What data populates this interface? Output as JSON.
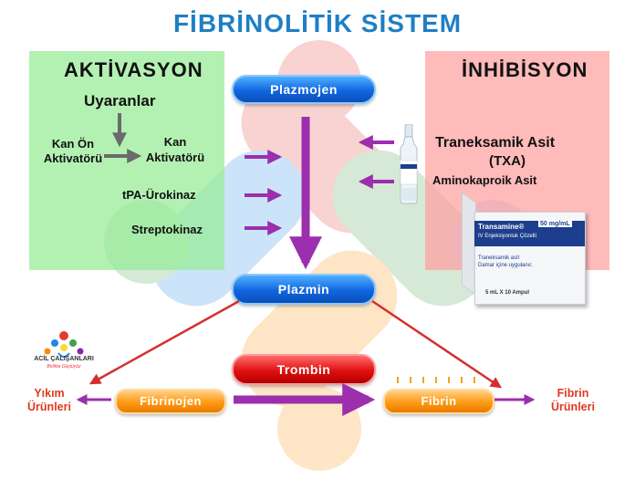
{
  "title": "FİBRİNOLİTİK SİSTEM",
  "activation": {
    "heading": "AKTİVASYON",
    "stimuli": "Uyaranlar",
    "proactivator_line1": "Kan Ön",
    "proactivator_line2": "Aktivatörü",
    "activator_line1": "Kan",
    "activator_line2": "Aktivatörü",
    "tpa": "tPA-Ürokinaz",
    "streptokinase": "Streptokinaz"
  },
  "inhibition": {
    "heading": "İNHİBİSYON",
    "txa_line1": "Traneksamik Asit",
    "txa_line2": "(TXA)",
    "aminocaproic": "Aminokaproik Asit"
  },
  "nodes": {
    "plasminogen": "Plazmojen",
    "plasmin": "Plazmin",
    "thrombin": "Trombin",
    "fibrinogen": "Fibrinojen",
    "fibrin": "Fibrin"
  },
  "products": {
    "degradation_line1": "Yıkım",
    "degradation_line2": "Ürünleri",
    "fibrin_products_line1": "Fibrin",
    "fibrin_products_line2": "Ürünleri"
  },
  "drug_box": {
    "brand": "Transamine®",
    "dose": "50 mg/mL",
    "form": "IV Enjeksiyonluk Çözelti",
    "sub_line1": "Traneksamik asit",
    "sub_line2": "Damar içine uygulanır.",
    "pack": "5 mL X 10 Ampul"
  },
  "vial_label": "Transamine",
  "logo": {
    "name": "ACİL ÇALIŞANLARI",
    "tagline": "Birlikte Güçlüyüz"
  },
  "colors": {
    "title": "#1e7fc4",
    "activation_panel": "#96eb96",
    "inhibition_panel": "#ffa0a0",
    "purple_arrow": "#9b2fae",
    "red_arrow": "#d32f2f",
    "label_red": "#e03a1e"
  },
  "icons": [
    "vial-icon",
    "drug-box-icon",
    "logo-icon"
  ]
}
